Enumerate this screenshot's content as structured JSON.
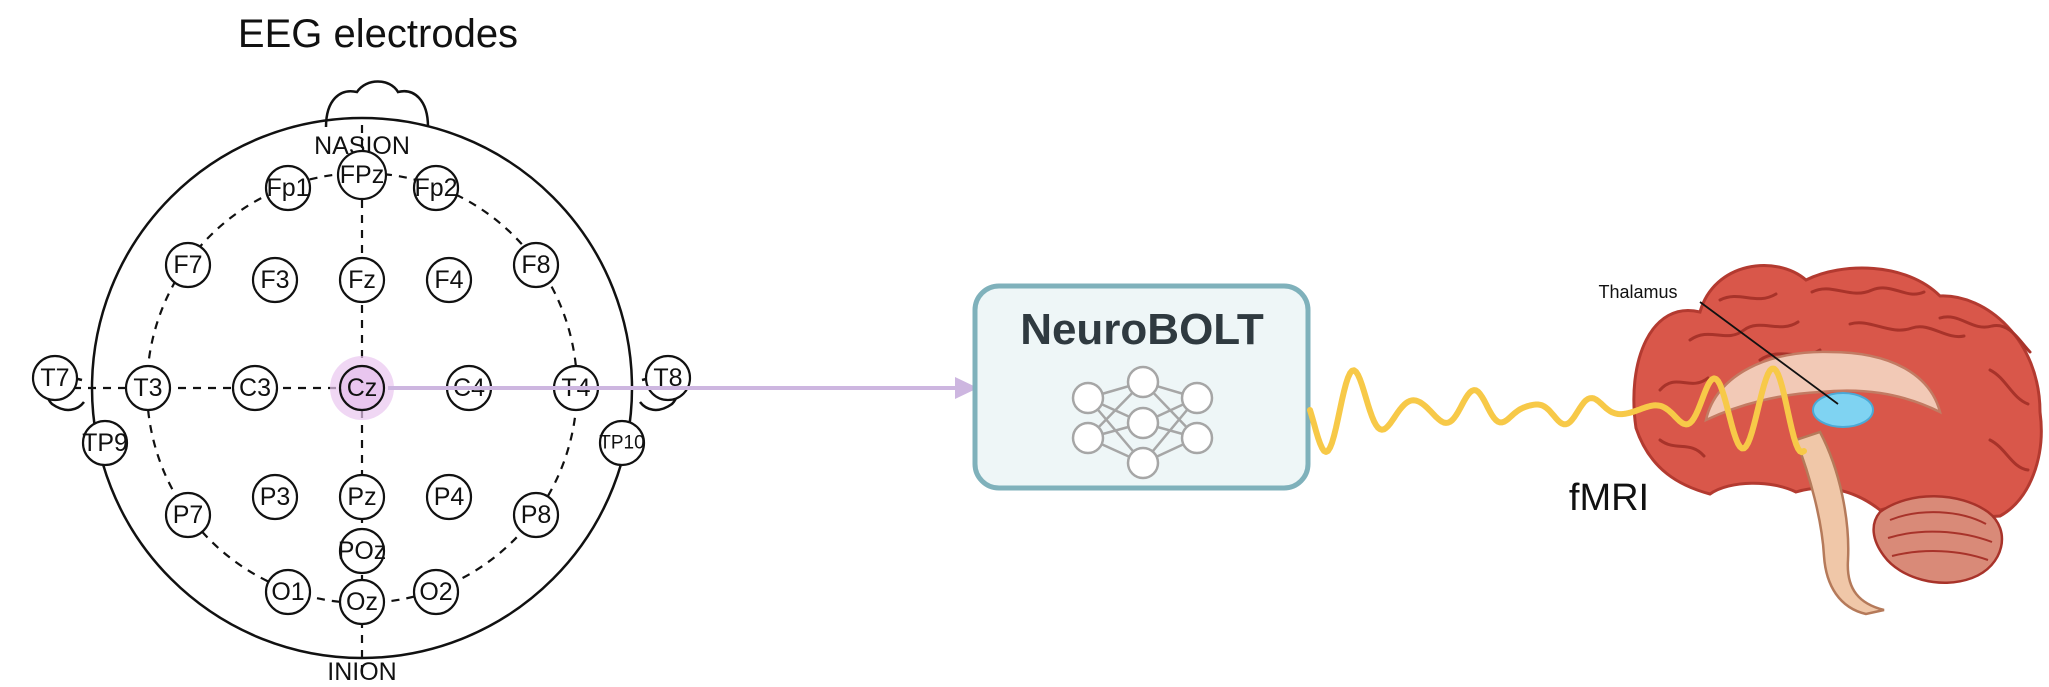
{
  "eeg": {
    "title": "EEG electrodes",
    "nasion_label": "NASION",
    "inion_label": "INION",
    "highlighted_electrode": "Cz",
    "highlight_color": "#e9c6ef",
    "electrodes": [
      "Fp1",
      "FPz",
      "Fp2",
      "F7",
      "F3",
      "Fz",
      "F4",
      "F8",
      "T7",
      "T3",
      "C3",
      "Cz",
      "C4",
      "T4",
      "T8",
      "TP9",
      "TP10",
      "P7",
      "P3",
      "Pz",
      "P4",
      "P8",
      "POz",
      "O1",
      "Oz",
      "O2"
    ]
  },
  "model": {
    "title": "NeuroBOLT",
    "box_fill": "#eef6f7",
    "box_stroke": "#7fb1bb",
    "icon": "neural-network-icon"
  },
  "signal": {
    "color": "#f7c948"
  },
  "fmri": {
    "label": "fMRI",
    "thalamus_label": "Thalamus",
    "thalamus_color": "#7fd3f2",
    "brain_color": "#d9574a"
  },
  "arrow": {
    "color": "#cdb6e0"
  }
}
